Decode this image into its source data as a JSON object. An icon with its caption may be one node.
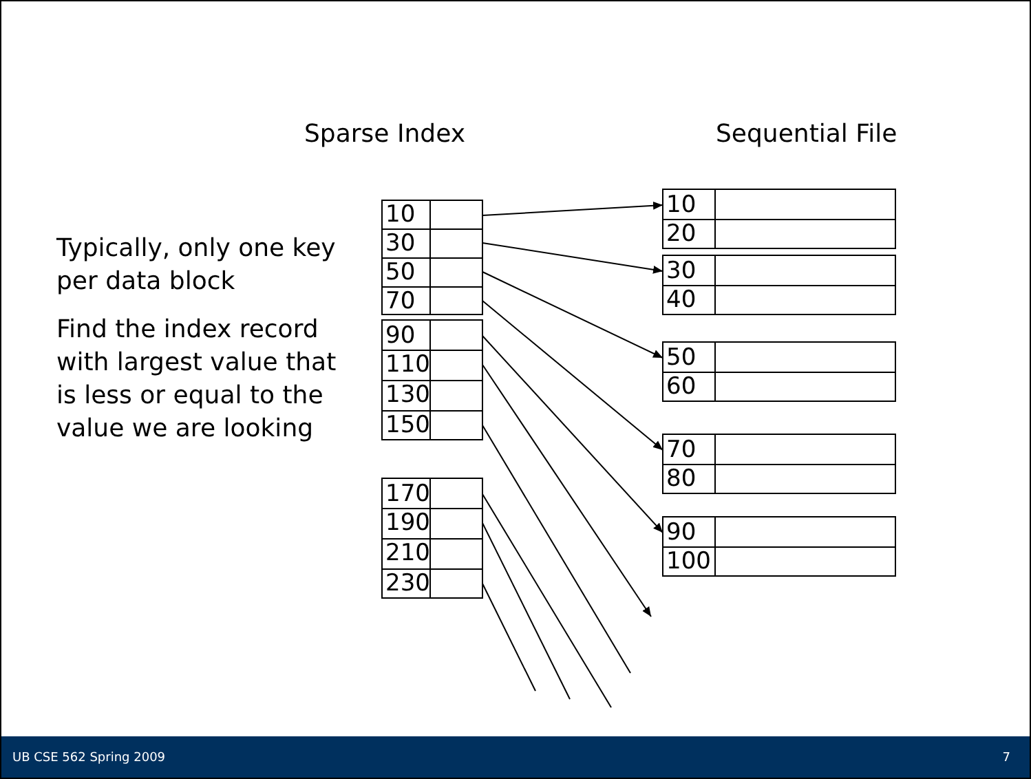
{
  "diagram": {
    "nodes": [
      {
        "text": [],
        "shape": "box"
      },
      {
        "text": [
          "10"
        ],
        "in": 0
      },
      {
        "text": [
          "30"
        ],
        "in": 0
      },
      {
        "text": [
          "50"
        ],
        "in": 0
      },
      {
        "text": [
          "70"
        ],
        "in": 0
      },
      {
        "text": [],
        "shape": "box"
      },
      {
        "text": [
          "90"
        ],
        "in": 5
      },
      {
        "text": [
          "110"
        ],
        "in": 5
      },
      {
        "text": [
          "130"
        ],
        "in": 5
      },
      {
        "text": [
          "150"
        ],
        "in": 5
      },
      {
        "text": [],
        "shape": "box"
      },
      {
        "text": [
          "170"
        ],
        "in": 10
      },
      {
        "text": [
          "190"
        ],
        "in": 10
      },
      {
        "text": [
          "210"
        ],
        "in": 10
      },
      {
        "text": [
          "230"
        ],
        "in": 10
      },
      {
        "text": [],
        "shape": "box"
      },
      {
        "text": [
          "10"
        ],
        "in": 15
      },
      {
        "text": [
          "20"
        ],
        "in": 15
      },
      {
        "text": [],
        "shape": "box"
      },
      {
        "text": [
          "30"
        ],
        "in": 18
      },
      {
        "text": [
          "40"
        ],
        "in": 18
      },
      {
        "text": [],
        "shape": "box"
      },
      {
        "text": [
          "50"
        ],
        "in": 21
      },
      {
        "text": [
          "60"
        ],
        "in": 21
      },
      {
        "text": [],
        "shape": "box"
      },
      {
        "text": [
          "70"
        ],
        "in": 24
      },
      {
        "text": [
          "80"
        ],
        "in": 24
      },
      {
        "text": [],
        "shape": "box"
      },
      {
        "text": [
          "90"
        ],
        "in": 27
      },
      {
        "text": [
          "100"
        ],
        "in": 27
      }
    ],
    "edges": [
      {
        "from": 1,
        "to": 16,
        "arrow": "to"
      },
      {
        "from": 2,
        "to": 19,
        "arrow": "to"
      },
      {
        "from": 3,
        "to": 22,
        "arrow": "to"
      },
      {
        "from": 4,
        "to": 25,
        "arrow": "to"
      },
      {
        "from": 6,
        "to": 28,
        "arrow": "to"
      },
      {
        "from": 7,
        "to": null,
        "arrow": "to"
      },
      {
        "from": 9,
        "to": null,
        "arrow": "none"
      },
      {
        "from": 11,
        "to": null,
        "arrow": "none"
      },
      {
        "from": 12,
        "to": null,
        "arrow": "none"
      },
      {
        "from": 14,
        "to": null,
        "arrow": "none"
      }
    ],
    "labels": [
      "Sparse Index",
      "Sequential File",
      "Typically, only one key per data block",
      "Find the index record with largest value that is less or equal to the value we are looking",
      "UB CSE 562 Spring 2009",
      "7"
    ]
  }
}
